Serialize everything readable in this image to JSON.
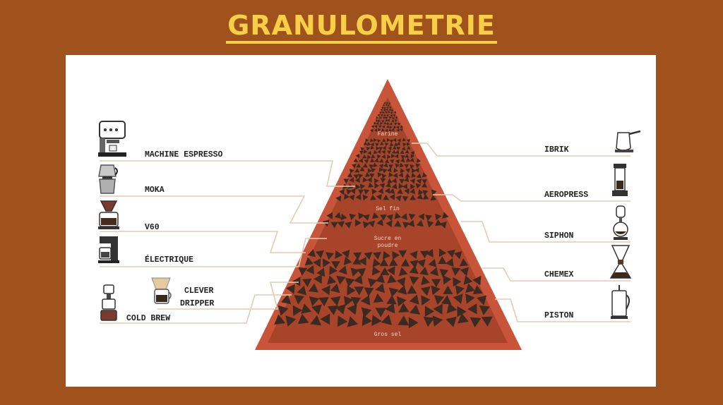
{
  "title": "GRANULOMETRIE",
  "pyramid": {
    "levels": [
      "Farine",
      "Sel fin",
      "Sucre en poudre",
      "Gros sel"
    ],
    "colors": {
      "outer": "#c8553a",
      "inner": "#9e3e24",
      "grains": "#3a2a22",
      "labels": "#f0d0c0"
    }
  },
  "left_methods": [
    "MACHINE ESPRESSO",
    "MOKA",
    "V60",
    "ÉLECTRIQUE",
    "CLEVER",
    "DRIPPER",
    "COLD BREW"
  ],
  "right_methods": [
    "IBRIK",
    "AEROPRESS",
    "SIPHON",
    "CHEMEX",
    "PISTON"
  ],
  "icons": {
    "left": [
      "espresso-machine-icon",
      "moka-pot-icon",
      "v60-dripper-icon",
      "electric-coffee-maker-icon",
      "clever-dripper-icon",
      "cold-brew-tower-icon"
    ],
    "right": [
      "ibrik-icon",
      "aeropress-icon",
      "siphon-icon",
      "chemex-icon",
      "french-press-icon"
    ]
  },
  "colors": {
    "background": "#a0521d",
    "title": "#f7cf47",
    "leader_lines": "#e8d2b8"
  }
}
